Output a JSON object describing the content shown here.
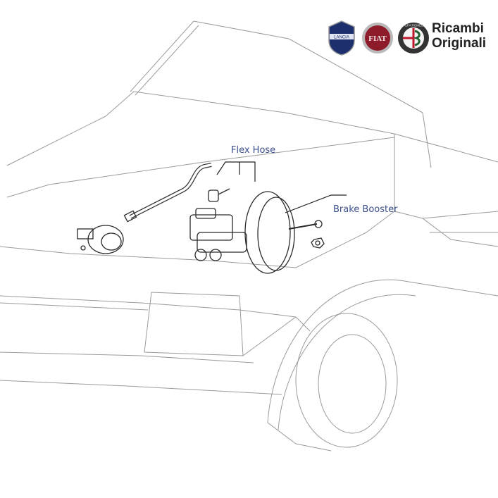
{
  "callouts": {
    "flex_hose": "Flex Hose",
    "brake_booster": "Brake Booster"
  },
  "brand": {
    "line1": "Ricambi",
    "line2": "Originali"
  },
  "logos": [
    "LANCIA",
    "FIAT",
    "ALFA ROMEO"
  ],
  "colors": {
    "label_text": "#3a4e8c",
    "lancia": "#1e2f6e",
    "fiat": "#8e1b2a",
    "alfa": "#1f5f2f"
  }
}
